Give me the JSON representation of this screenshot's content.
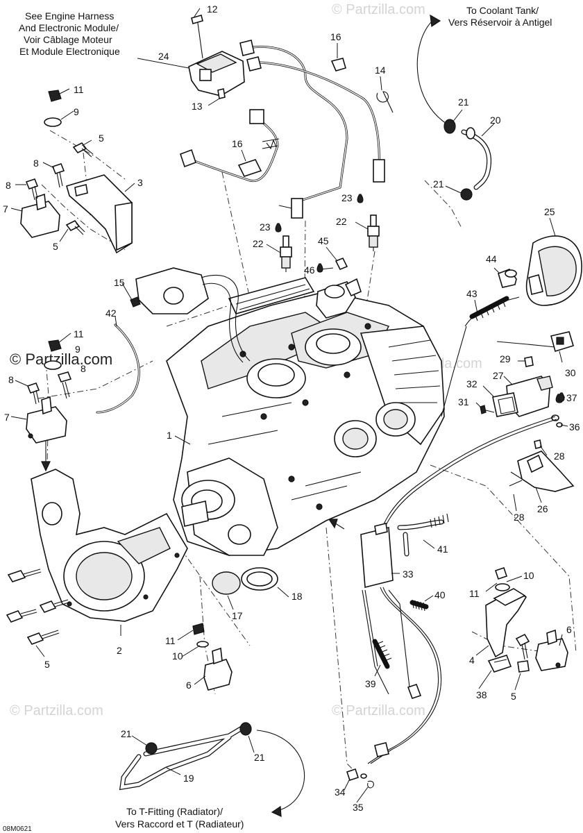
{
  "watermarks": {
    "corner": "© Partzilla.com",
    "center": "© Partzilla.com"
  },
  "notes": {
    "harness": [
      "See Engine Harness",
      "And Electronic Module/",
      "Voir Câblage Moteur",
      "Et Module Electronique"
    ],
    "coolant": [
      "To Coolant Tank/",
      "Vers Réservoir à Antigel"
    ],
    "tfitting": [
      "To T-Fitting (Radiator)/",
      "Vers Raccord et T (Radiateur)"
    ]
  },
  "drawing_code": "08M0621",
  "callouts": {
    "c1": "1",
    "c2": "2",
    "c3": "3",
    "c4": "4",
    "c5a": "5",
    "c5b": "5",
    "c5c": "5",
    "c5d": "5",
    "c6a": "6",
    "c6b": "6",
    "c7a": "7",
    "c7b": "7",
    "c8a": "8",
    "c8b": "8",
    "c8c": "8",
    "c8d": "8",
    "c9a": "9",
    "c9b": "9",
    "c10a": "10",
    "c10b": "10",
    "c11a": "11",
    "c11b": "11",
    "c11c": "11",
    "c11d": "11",
    "c12": "12",
    "c13": "13",
    "c14": "14",
    "c15": "15",
    "c16a": "16",
    "c16b": "16",
    "c17": "17",
    "c18": "18",
    "c19": "19",
    "c20": "20",
    "c21a": "21",
    "c21b": "21",
    "c21c": "21",
    "c21d": "21",
    "c22a": "22",
    "c22b": "22",
    "c23a": "23",
    "c23b": "23",
    "c24": "24",
    "c25": "25",
    "c26": "26",
    "c27": "27",
    "c28a": "28",
    "c28b": "28",
    "c29": "29",
    "c30": "30",
    "c31": "31",
    "c32": "32",
    "c33": "33",
    "c34": "34",
    "c35": "35",
    "c36": "36",
    "c37": "37",
    "c38": "38",
    "c39": "39",
    "c40": "40",
    "c41": "41",
    "c42": "42",
    "c43": "43",
    "c44": "44",
    "c45": "45",
    "c46": "46"
  }
}
